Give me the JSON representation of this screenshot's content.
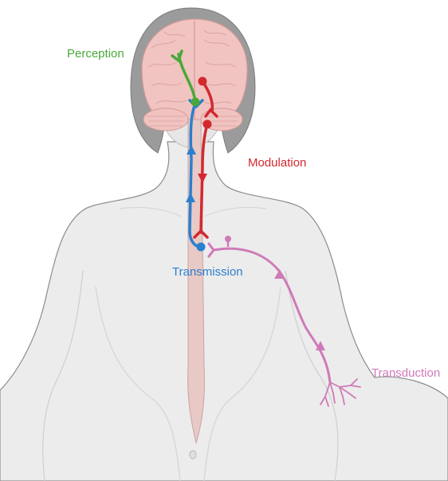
{
  "labels": {
    "perception": "Perception",
    "modulation": "Modulation",
    "transmission": "Transmission",
    "transduction": "Transduction"
  },
  "colors": {
    "perception": "#4aa83a",
    "modulation": "#d2292f",
    "transmission": "#2b7fce",
    "transduction": "#cf7ab8",
    "body_fill": "#ececec",
    "body_outline": "#8c8c8c",
    "hair": "#9b9b9b",
    "brain": "#f1c4c2",
    "spinal_cord": "#e8c9c6"
  }
}
